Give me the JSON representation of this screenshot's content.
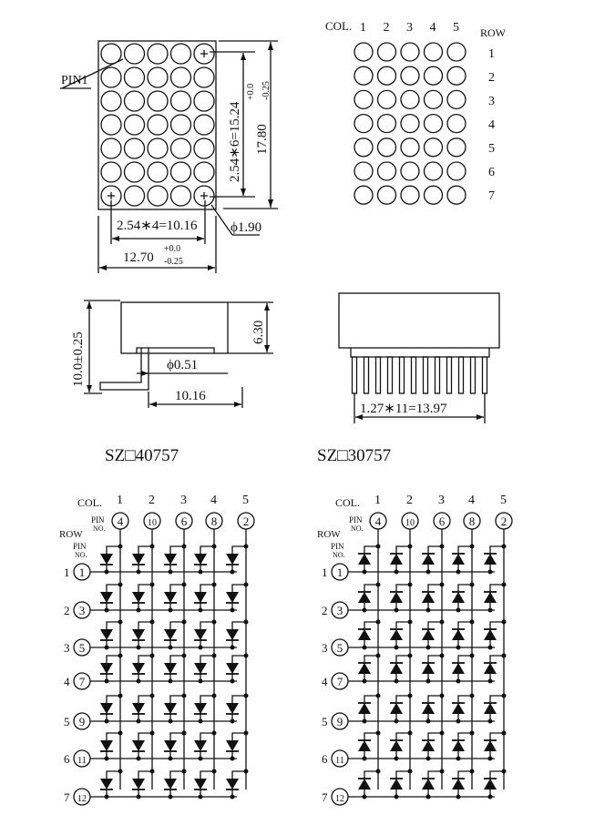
{
  "top_view": {
    "pin1_label": "PIN1",
    "pitch_v": "2.54∗6=15.24",
    "height": "17.80",
    "height_tol_plus": "+0.0",
    "height_tol_minus": "-0.25",
    "pitch_h": "2.54∗4=10.16",
    "width": "12.70",
    "width_tol_plus": "+0.0",
    "width_tol_minus": "-0.25",
    "dot_diameter": "ϕ1.90"
  },
  "dot_map": {
    "col_label": "COL.",
    "row_label": "ROW",
    "cols": [
      "1",
      "2",
      "3",
      "4",
      "5"
    ],
    "rows": [
      "1",
      "2",
      "3",
      "4",
      "5",
      "6",
      "7"
    ]
  },
  "side_view": {
    "total_height": "10.0±0.25",
    "body_height": "6.30",
    "pin_diameter": "ϕ0.51",
    "row_spacing": "10.16",
    "pin_pitch": "1.27∗11=13.97"
  },
  "schematics": [
    {
      "model": "SZ□40757",
      "polarity": "row-cathode"
    },
    {
      "model": "SZ□30757",
      "polarity": "row-anode"
    }
  ],
  "schematic_labels": {
    "col_label": "COL.",
    "pin_no": "PIN",
    "pin_no2": "NO.",
    "row_label": "ROW",
    "cols": [
      "1",
      "2",
      "3",
      "4",
      "5"
    ],
    "col_pins": [
      "4",
      "10",
      "6",
      "8",
      "2"
    ],
    "rows": [
      "1",
      "2",
      "3",
      "4",
      "5",
      "6",
      "7"
    ],
    "row_pins": [
      "1",
      "3",
      "5",
      "7",
      "9",
      "11",
      "12"
    ]
  }
}
